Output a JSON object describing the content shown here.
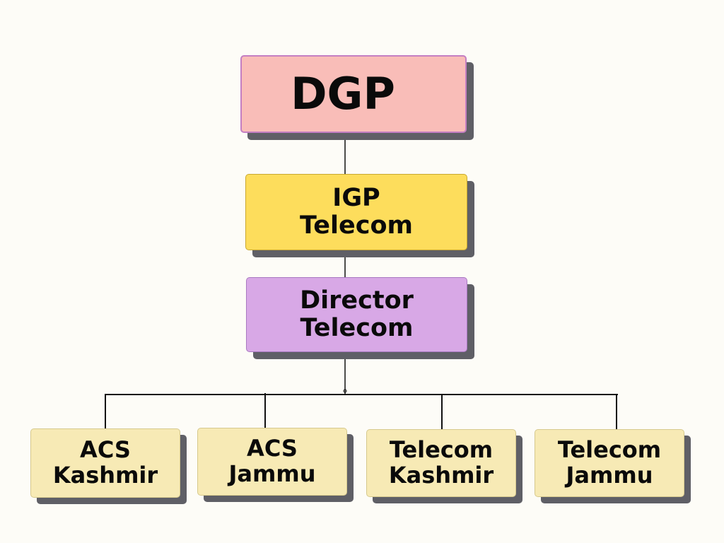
{
  "diagram": {
    "root": {
      "lines": [
        "DGP"
      ]
    },
    "level2": {
      "lines": [
        "IGP",
        "Telecom"
      ]
    },
    "level3": {
      "lines": [
        "Director",
        "Telecom"
      ]
    },
    "leaves": [
      {
        "lines": [
          "ACS",
          "Kashmir"
        ]
      },
      {
        "lines": [
          "ACS",
          "Jammu"
        ]
      },
      {
        "lines": [
          "Telecom",
          "Kashmir"
        ]
      },
      {
        "lines": [
          "Telecom",
          "Jammu"
        ]
      }
    ]
  },
  "colors": {
    "background": "#fdfcf7",
    "root_fill": "#f9bdb8",
    "level2_fill": "#fddd5c",
    "level3_fill": "#d8a8e6",
    "leaf_fill": "#f7eab5",
    "shadow": "#5f5f66",
    "connector": "#111111"
  }
}
